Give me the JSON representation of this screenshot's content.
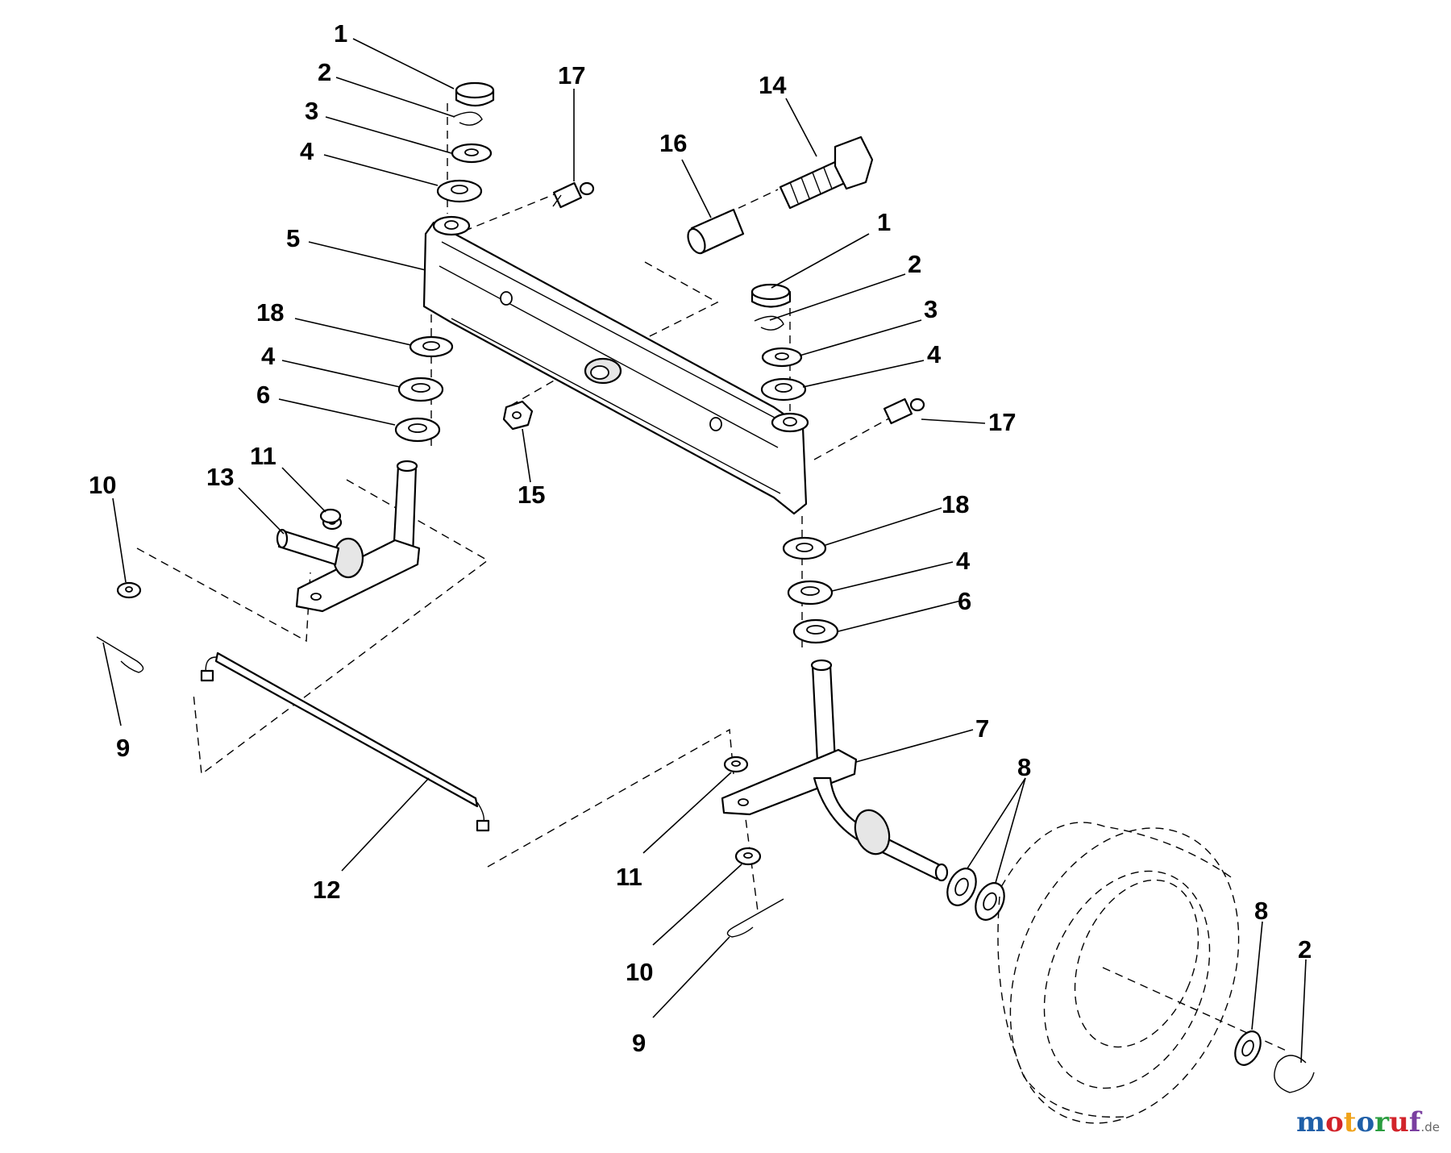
{
  "diagram": {
    "callouts": [
      "1",
      "2",
      "3",
      "4",
      "5",
      "18",
      "4",
      "6",
      "17",
      "16",
      "14",
      "1",
      "2",
      "3",
      "4",
      "17",
      "15",
      "13",
      "11",
      "10",
      "9",
      "18",
      "4",
      "6",
      "12",
      "7",
      "8",
      "11",
      "10",
      "9",
      "8",
      "2"
    ]
  },
  "watermark": {
    "letters": [
      "m",
      "o",
      "t",
      "o",
      "r",
      "u",
      "f"
    ],
    "colors": [
      "#1f5fa8",
      "#d2232a",
      "#f0a21a",
      "#1f5fa8",
      "#2a9d3f",
      "#d2232a",
      "#7a3fa0"
    ],
    "tld": ".de"
  }
}
